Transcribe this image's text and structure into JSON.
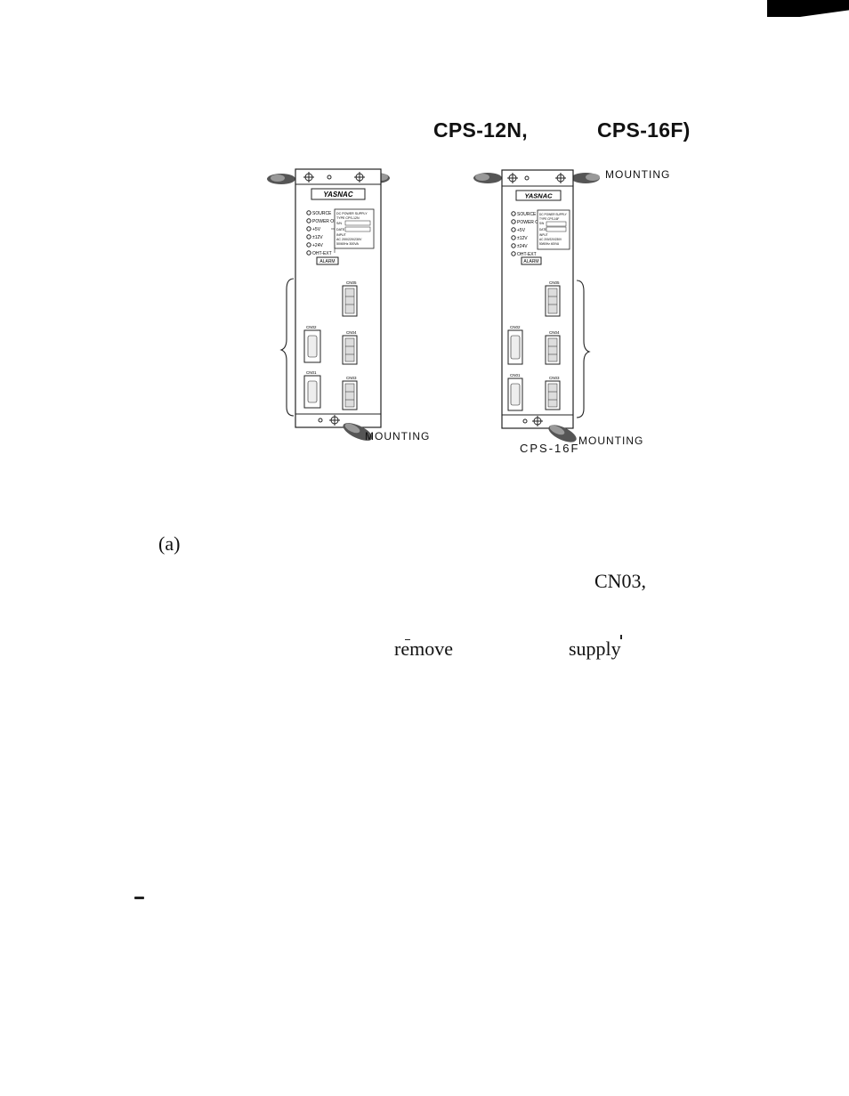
{
  "heading": {
    "left": "CPS-12N,",
    "right": "CPS-16F)"
  },
  "figure": {
    "left_panel": {
      "brand": "YASNAC",
      "indicators": [
        "SOURCE",
        "POWER ON",
        "+5V",
        "±12V",
        "+24V",
        "OHT-EXT"
      ],
      "label_box_lines": [
        "DC POWER SUPPLY",
        "TYPE CPS-12N",
        "S/N",
        "DATE",
        "INPUT",
        "AC 200/220/230V",
        "50/60Hz 300VA"
      ],
      "alarm": "ALARM",
      "connectors": [
        "CN05",
        "CN02",
        "CN04",
        "CN01",
        "CN03"
      ],
      "mount_bottom": "MOUNTING"
    },
    "right_panel": {
      "brand": "YASNAC",
      "indicators": [
        "SOURCE",
        "POWER ON",
        "+5V",
        "±12V",
        "±24V",
        "OHT-EXT"
      ],
      "label_box_lines": [
        "DC POWER SUPPLY",
        "TYPE CPS-16F",
        "S/N",
        "DATE",
        "INPUT",
        "AC 200/220/230V",
        "50/60Hz 400VA"
      ],
      "alarm": "ALARM",
      "connectors": [
        "CN05",
        "CN02",
        "CN04",
        "CN01",
        "CN03"
      ],
      "mount_top": "MOUNTING",
      "mount_bottom": "MOUNTING",
      "caption": "CPS-16F"
    }
  },
  "body": {
    "item_a": "(a)",
    "cn03": "CN03,",
    "remove": "remove",
    "supply": "supply"
  }
}
